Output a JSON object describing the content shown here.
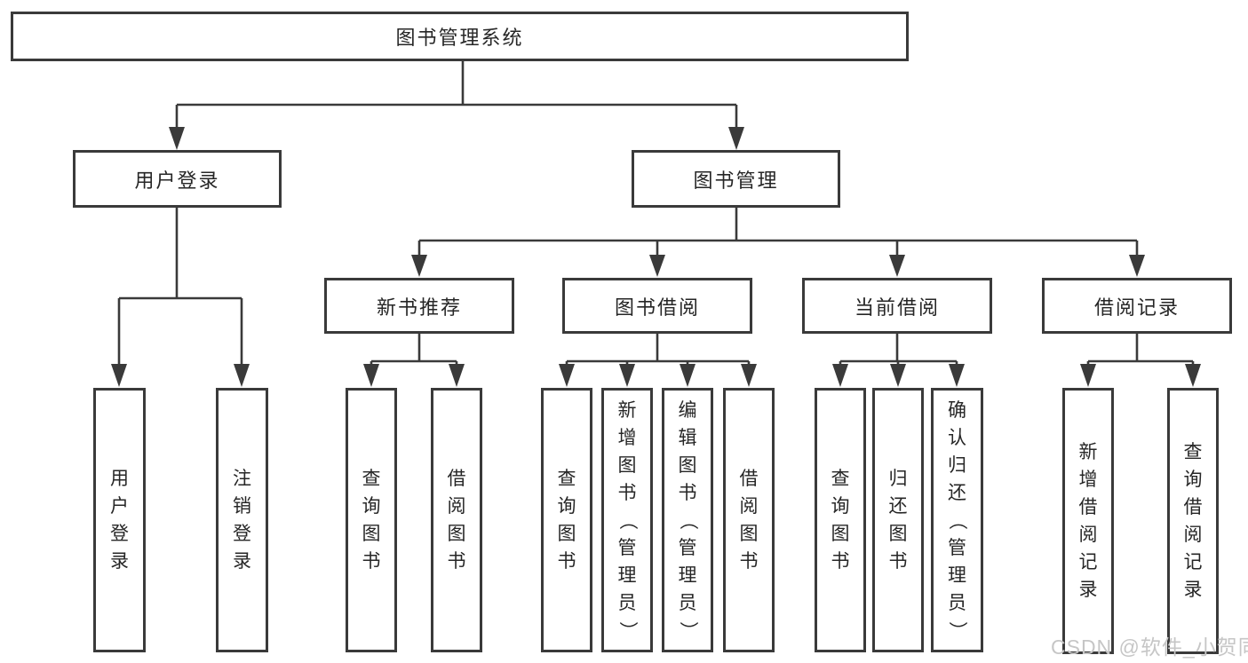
{
  "diagram_type": "hierarchy-tree",
  "colors": {
    "line": "#3a3a3a",
    "text": "#262626",
    "background": "#ffffff",
    "watermark": "#c6c6c6"
  },
  "nodes": {
    "root": "图书管理系统",
    "userLogin": "用户登录",
    "bookManagement": "图书管理",
    "newBookRecommend": "新书推荐",
    "bookBorrow": "图书借阅",
    "currentBorrow": "当前借阅",
    "borrowRecords": "借阅记录",
    "leafUserLogin": "用户登录",
    "leafLogout": "注销登录",
    "queryBooksA": "查询图书",
    "borrowBooksA": "借阅图书",
    "queryBooksB": "查询图书",
    "addBookAdmin": "新增图书（管理员）",
    "editBookAdmin": "编辑图书（管理员）",
    "borrowBooksB": "借阅图书",
    "queryBooksC": "查询图书",
    "returnBook": "归还图书",
    "confirmReturnAdmin": "确认归还（管理员）",
    "addBorrowRecord": "新增借阅记录",
    "queryBorrowRecord": "查询借阅记录"
  },
  "hierarchy": {
    "图书管理系统": {
      "用户登录": [
        "用户登录",
        "注销登录"
      ],
      "图书管理": {
        "新书推荐": [
          "查询图书",
          "借阅图书"
        ],
        "图书借阅": [
          "查询图书",
          "新增图书（管理员）",
          "编辑图书（管理员）",
          "借阅图书"
        ],
        "当前借阅": [
          "查询图书",
          "归还图书",
          "确认归还（管理员）"
        ],
        "借阅记录": [
          "新增借阅记录",
          "查询借阅记录"
        ]
      }
    }
  },
  "watermark": "CSDN @软件_小贺同学"
}
